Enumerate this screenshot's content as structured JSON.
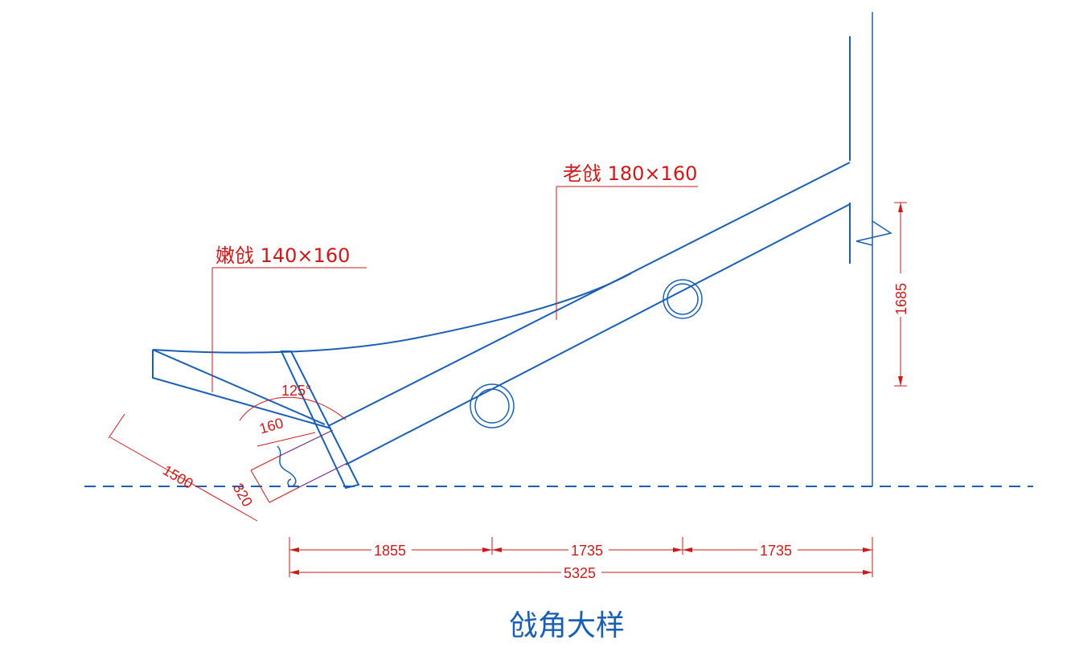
{
  "title": "戗角大样",
  "labels": {
    "lao_qiang": "老戗 180×160",
    "nen_qiang": "嫩戗 140×160"
  },
  "dimensions": {
    "d1855": "1855",
    "d1735a": "1735",
    "d1735b": "1735",
    "d5325": "5325",
    "d1685": "1685",
    "d1500": "1500",
    "d320": "320",
    "d160": "160",
    "angle": "125°"
  },
  "colors": {
    "structure": "#1a5fb4",
    "annotation": "#cc1a1a",
    "joint": "#6a2a8a"
  }
}
